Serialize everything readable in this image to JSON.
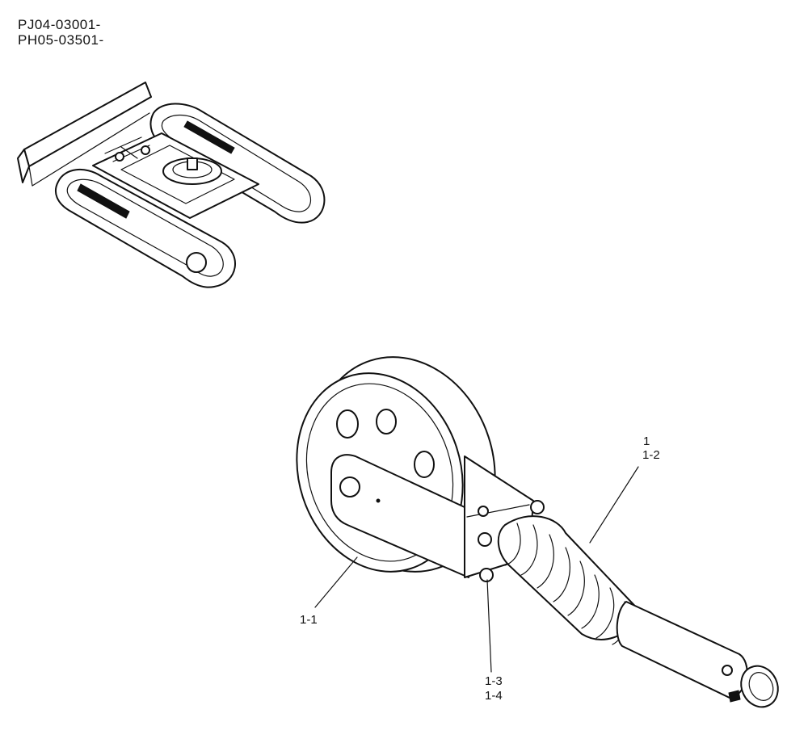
{
  "serial_numbers": [
    "PJ04-03001-",
    "PH05-03501-"
  ],
  "callouts": {
    "assembly": "1",
    "part_1_2": "1-2",
    "part_1_1": "1-1",
    "part_1_3": "1-3",
    "part_1_4": "1-4"
  },
  "illustrations": {
    "overview": "undercarriage-overview",
    "detail": "front-idler-assembly"
  }
}
